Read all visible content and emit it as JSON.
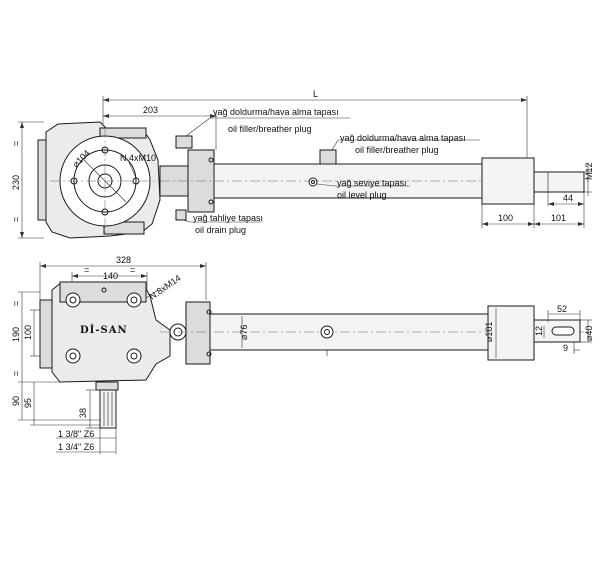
{
  "top_view": {
    "dim_L": "L",
    "dim_203": "203",
    "dim_230": "230",
    "dim_100": "100",
    "dim_101": "101",
    "dim_44": "44",
    "dim_M12": "M12",
    "dim_d104": "⌀104",
    "bolt_holes": "N.4xM10",
    "filler_tr": "yağ doldurma/hava alma tapası",
    "filler_en": "oil filler/breather plug",
    "filler2_tr": "yağ doldurma/hava alma tapası",
    "filler2_en": "oil filler/breather plug",
    "level_tr": "yağ seviye tapası",
    "level_en": "oil level plug",
    "drain_tr": "yağ tahliye tapası",
    "drain_en": "oil drain plug"
  },
  "side_view": {
    "dim_328": "328",
    "dim_140": "140",
    "dim_eq": "=",
    "bolt_holes": "N.8xM14",
    "brand": "Dİ-SAN",
    "dim_190": "190",
    "dim_100": "100",
    "dim_90": "90",
    "dim_95": "95",
    "dim_38": "38",
    "dim_d76": "⌀76",
    "dim_d101": "⌀101",
    "dim_52": "52",
    "dim_12": "12",
    "dim_d40": "⌀40",
    "dim_9": "9",
    "spline1": "1 3/8\" Z6",
    "spline2": "1 3/4\" Z6"
  }
}
